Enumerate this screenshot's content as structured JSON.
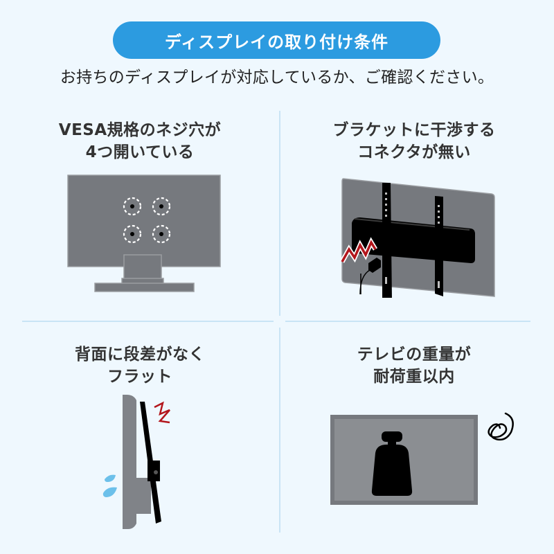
{
  "header": {
    "title": "ディスプレイの取り付け条件",
    "subtitle": "お持ちのディスプレイが対応しているか、ご確認ください。",
    "accent_color": "#2c9be0"
  },
  "conditions": [
    {
      "id": "vesa",
      "title_line1": "VESA規格のネジ穴が",
      "title_line2": "4つ開いている",
      "icon": "monitor-back-vesa-holes-icon"
    },
    {
      "id": "connector",
      "title_line1": "ブラケットに干渉する",
      "title_line2": "コネクタが無い",
      "icon": "wall-bracket-connector-interference-icon"
    },
    {
      "id": "flat-back",
      "title_line1": "背面に段差がなく",
      "title_line2": "フラット",
      "icon": "monitor-side-flat-back-icon"
    },
    {
      "id": "weight",
      "title_line1": "テレビの重量が",
      "title_line2": "耐荷重以内",
      "icon": "weight-load-icon"
    }
  ],
  "colors": {
    "background": "#eff8fe",
    "divider": "#c9e4f5",
    "panel_gray": "#76797e",
    "warning_red": "#b3161c",
    "sweat_blue": "#6cc0ea"
  }
}
